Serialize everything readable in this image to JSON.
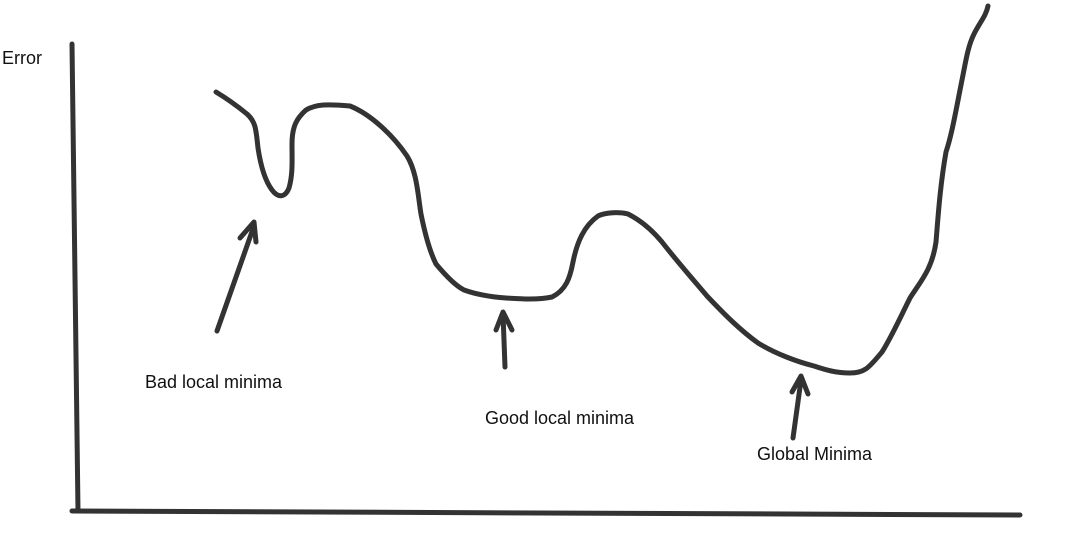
{
  "axes": {
    "y_label": "Error",
    "x_label": ""
  },
  "curve": {
    "color": "#333333"
  },
  "annotations": [
    {
      "id": "bad",
      "label": "Bad local minima"
    },
    {
      "id": "good",
      "label": "Good local minima"
    },
    {
      "id": "global",
      "label": "Global Minima"
    }
  ]
}
